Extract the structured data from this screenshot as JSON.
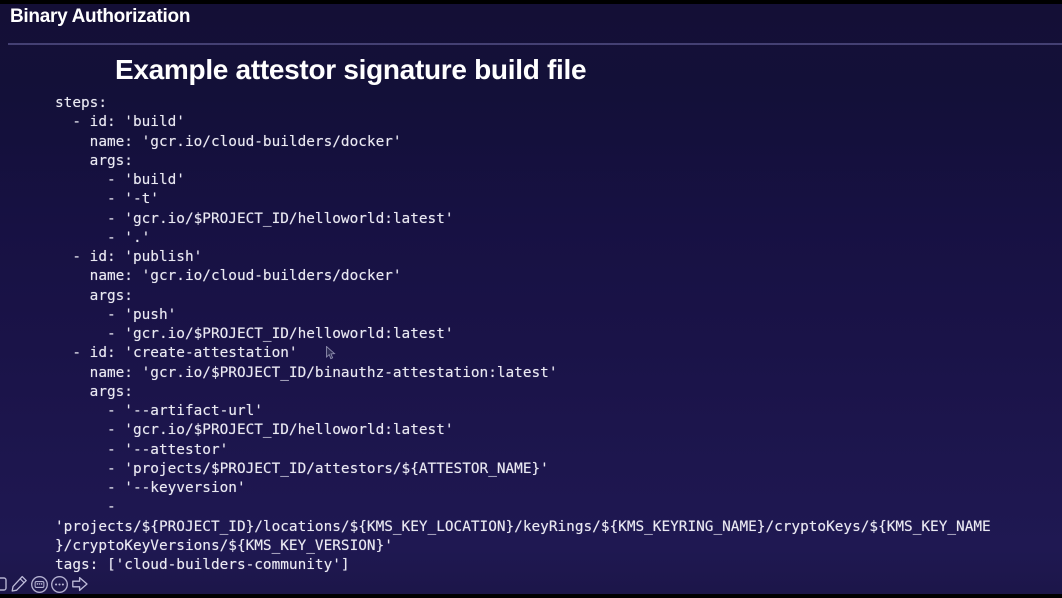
{
  "slide": {
    "kicker": "Binary Authorization",
    "title": "Example attestor signature build file"
  },
  "code": {
    "language": "yaml",
    "lines": [
      "steps:",
      "  - id: 'build'",
      "    name: 'gcr.io/cloud-builders/docker'",
      "    args:",
      "      - 'build'",
      "      - '-t'",
      "      - 'gcr.io/$PROJECT_ID/helloworld:latest'",
      "      - '.'",
      "  - id: 'publish'",
      "    name: 'gcr.io/cloud-builders/docker'",
      "    args:",
      "      - 'push'",
      "      - 'gcr.io/$PROJECT_ID/helloworld:latest'",
      "  - id: 'create-attestation'",
      "    name: 'gcr.io/$PROJECT_ID/binauthz-attestation:latest'",
      "    args:",
      "      - '--artifact-url'",
      "      - 'gcr.io/$PROJECT_ID/helloworld:latest'",
      "      - '--attestor'",
      "      - 'projects/$PROJECT_ID/attestors/${ATTESTOR_NAME}'",
      "      - '--keyversion'",
      "      -",
      "'projects/${PROJECT_ID}/locations/${KMS_KEY_LOCATION}/keyRings/${KMS_KEYRING_NAME}/cryptoKeys/${KMS_KEY_NAME",
      "}/cryptoKeyVersions/${KMS_KEY_VERSION}'",
      "tags: ['cloud-builders-community']"
    ]
  },
  "toolbar": {
    "icons": [
      "partial-square-icon",
      "pen-icon",
      "keyboard-circle-icon",
      "more-circle-icon",
      "forward-arrow-icon"
    ]
  },
  "colors": {
    "background_top": "#140f36",
    "background_bottom": "#1f1852",
    "divider": "#6e6aa5",
    "heading_text": "#ffffff",
    "code_text": "#eae9f2",
    "toolbar_icon": "#cfcde8"
  }
}
